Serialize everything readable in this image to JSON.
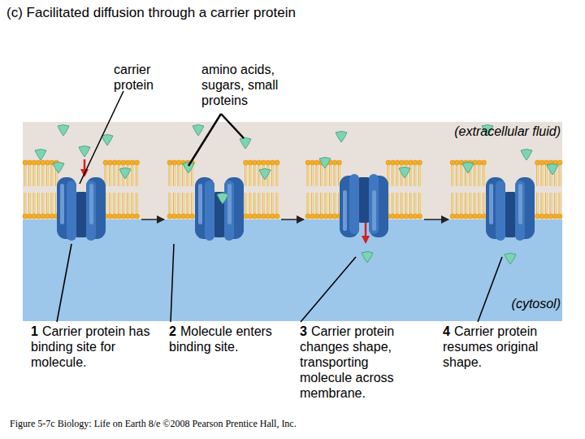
{
  "diagram": {
    "title": "(c) Facilitated diffusion through a carrier protein",
    "caption": "Figure 5-7c Biology: Life on Earth 8/e ©2008 Pearson Prentice Hall, Inc.",
    "labels": [
      "carrier protein",
      "amino acids, sugars, small proteins",
      "(extracellular fluid)",
      "(cytosol)",
      "1",
      "Carrier protein has binding site for molecule.",
      "2",
      "Molecule enters binding site.",
      "3",
      "Carrier protein changes shape, transporting molecule across membrane.",
      "4",
      "Carrier protein resumes original shape."
    ]
  }
}
